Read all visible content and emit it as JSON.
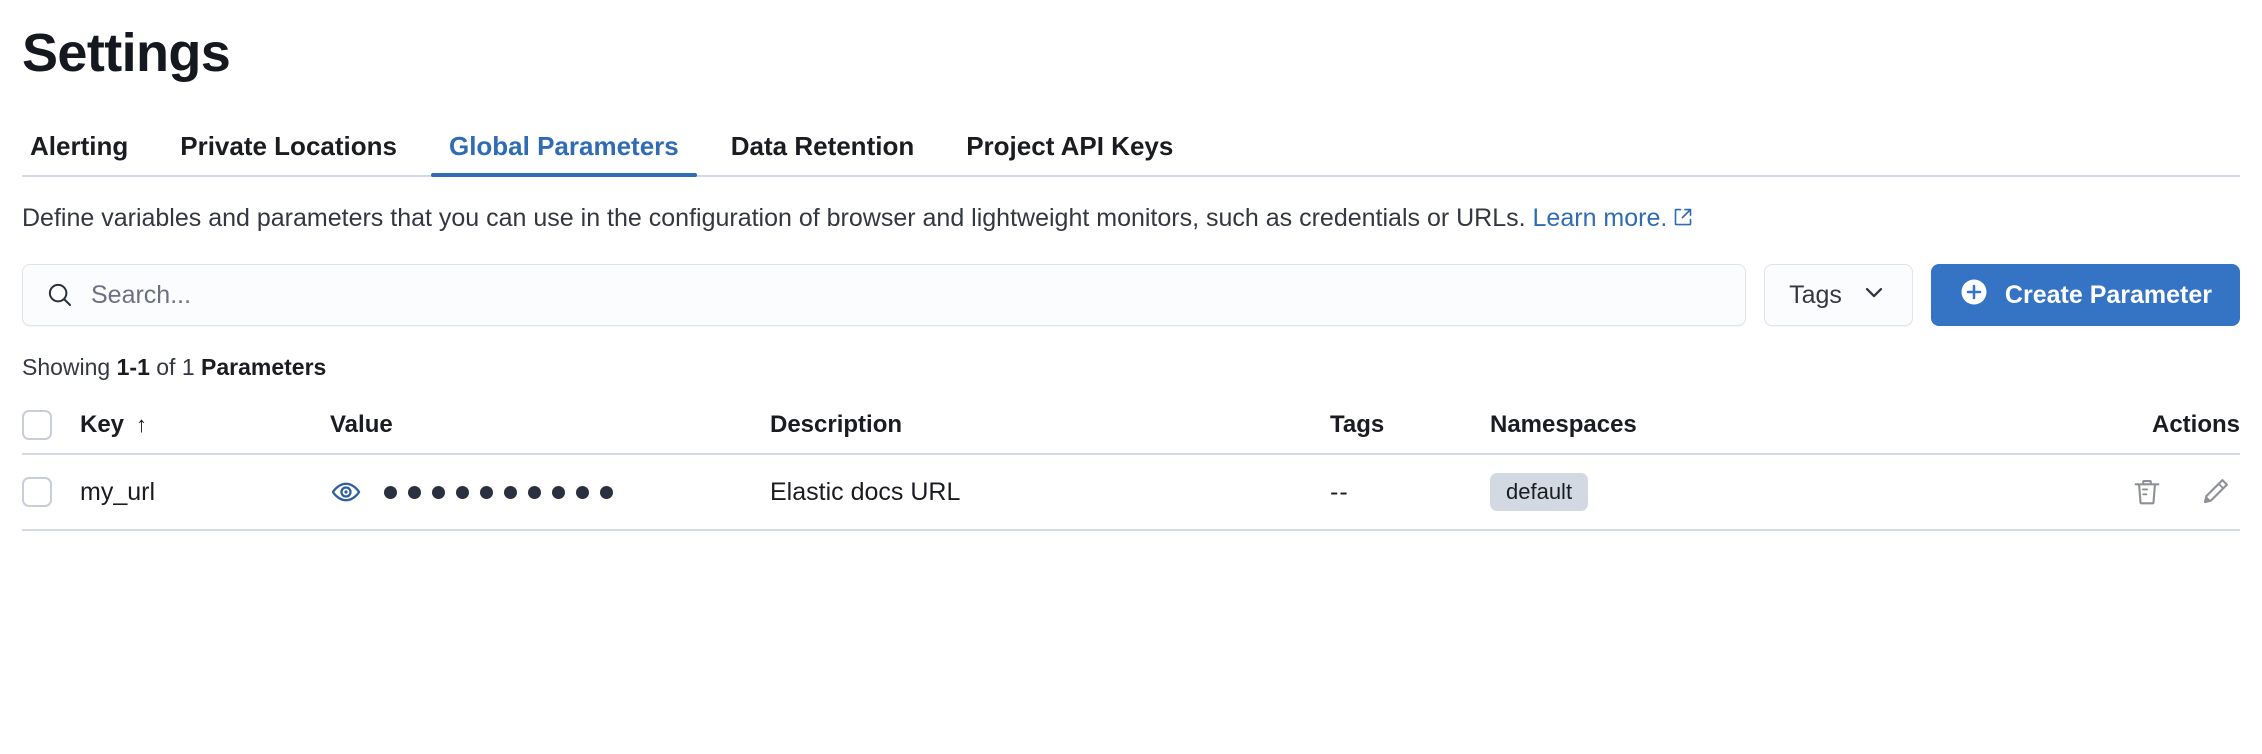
{
  "header": {
    "title": "Settings"
  },
  "tabs": [
    {
      "label": "Alerting",
      "active": false
    },
    {
      "label": "Private Locations",
      "active": false
    },
    {
      "label": "Global Parameters",
      "active": true
    },
    {
      "label": "Data Retention",
      "active": false
    },
    {
      "label": "Project API Keys",
      "active": false
    }
  ],
  "description": {
    "text": "Define variables and parameters that you can use in the configuration of browser and lightweight monitors, such as credentials or URLs. ",
    "link_text": "Learn more.",
    "link_icon": "external-link-icon"
  },
  "controls": {
    "search_placeholder": "Search...",
    "search_value": "",
    "search_icon": "search-icon",
    "tags_label": "Tags",
    "tags_icon": "chevron-down-icon",
    "create_label": "Create Parameter",
    "create_icon": "plus-circle-icon",
    "create_color": "#3573c5"
  },
  "results": {
    "prefix": "Showing ",
    "range": "1-1",
    "middle": " of 1 ",
    "entity": "Parameters"
  },
  "table": {
    "columns": [
      {
        "key": "checkbox",
        "label": ""
      },
      {
        "key": "key",
        "label": "Key",
        "sorted": "asc",
        "sort_icon": "arrow-up-icon"
      },
      {
        "key": "value",
        "label": "Value"
      },
      {
        "key": "description",
        "label": "Description"
      },
      {
        "key": "tags",
        "label": "Tags"
      },
      {
        "key": "namespaces",
        "label": "Namespaces"
      },
      {
        "key": "actions",
        "label": "Actions"
      }
    ],
    "rows": [
      {
        "key": "my_url",
        "value_masked": true,
        "value_icon": "eye-icon",
        "value_dots": 10,
        "description": "Elastic docs URL",
        "tags": "--",
        "namespaces": [
          "default"
        ],
        "actions": [
          "delete-icon",
          "edit-icon"
        ]
      }
    ]
  },
  "colors": {
    "accent": "#3573c5",
    "tab_active": "#2f6cb3",
    "link": "#2f6cb3",
    "badge_bg": "#d3d9e3",
    "border": "#d3dae6",
    "text": "#1a1c21"
  }
}
